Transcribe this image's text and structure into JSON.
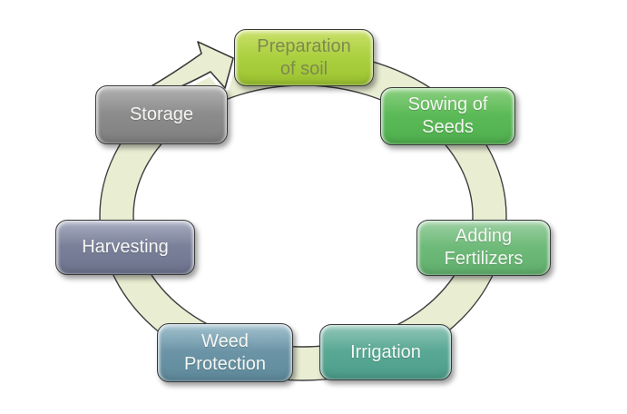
{
  "diagram": {
    "type": "cycle",
    "direction": "clockwise",
    "ring": {
      "fill": "#e9eed3",
      "outline": "#3f3f3f",
      "background": "#ffffff"
    },
    "steps": [
      {
        "id": "preparation-of-soil",
        "label": "Preparation of soil",
        "lines": [
          "Preparation",
          "of soil"
        ],
        "fill": "#a9ce3c",
        "fill_light": "#c9e06a",
        "text_color": "#7d8a4f"
      },
      {
        "id": "sowing-of-seeds",
        "label": "Sowing of Seeds",
        "lines": [
          "Sowing of",
          "Seeds"
        ],
        "fill": "#5bba57",
        "fill_light": "#8bcf7f",
        "text_color": "#ffffff"
      },
      {
        "id": "adding-fertilizers",
        "label": "Adding Fertilizers",
        "lines": [
          "Adding",
          "Fertilizers"
        ],
        "fill": "#6eba79",
        "fill_light": "#9ed0a4",
        "text_color": "#ffffff"
      },
      {
        "id": "irrigation",
        "label": "Irrigation",
        "lines": [
          "Irrigation"
        ],
        "fill": "#58a894",
        "fill_light": "#93c6b8",
        "text_color": "#ffffff"
      },
      {
        "id": "weed-protection",
        "label": "Weed Protection",
        "lines": [
          "Weed",
          "Protection"
        ],
        "fill": "#6b94a6",
        "fill_light": "#a3c2cf",
        "text_color": "#ffffff"
      },
      {
        "id": "harvesting",
        "label": "Harvesting",
        "lines": [
          "Harvesting"
        ],
        "fill": "#7a8099",
        "fill_light": "#a9aec2",
        "text_color": "#ffffff"
      },
      {
        "id": "storage",
        "label": "Storage",
        "lines": [
          "Storage"
        ],
        "fill": "#8c8c8c",
        "fill_light": "#b2b2b2",
        "text_color": "#ffffff"
      }
    ]
  }
}
